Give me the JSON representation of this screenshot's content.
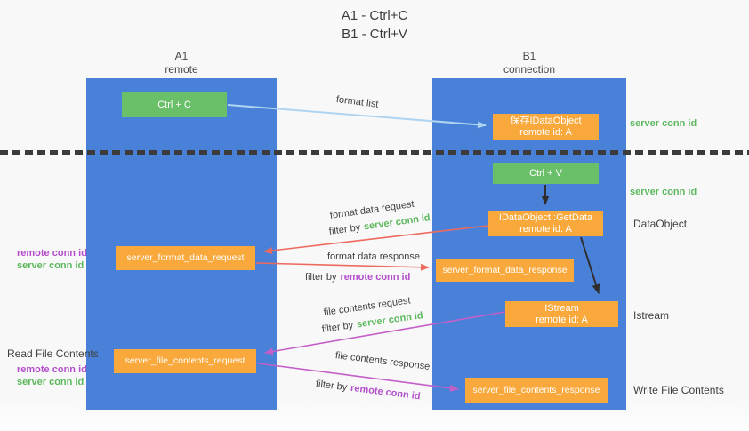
{
  "title": {
    "line1": "A1 - Ctrl+C",
    "line2": "B1 - Ctrl+V"
  },
  "columns": {
    "left": {
      "name": "A1",
      "subtitle": "remote"
    },
    "right": {
      "name": "B1",
      "subtitle": "connection"
    }
  },
  "nodes": {
    "ctrl_c": {
      "label": "Ctrl + C"
    },
    "save_idataobject": {
      "line1": "保存IDataObject",
      "line2": "remote id: A"
    },
    "ctrl_v": {
      "label": "Ctrl + V"
    },
    "getdata": {
      "line1": "IDataObject::GetData",
      "line2": "remote id: A"
    },
    "format_request": {
      "label": "server_format_data_request"
    },
    "format_response": {
      "label": "server_format_data_response"
    },
    "istream": {
      "line1": "IStream",
      "line2": "remote id: A"
    },
    "file_request": {
      "label": "server_file_contents_request"
    },
    "file_response": {
      "label": "server_file_contents_response"
    }
  },
  "labels": {
    "filter_by": "filter by",
    "server_conn_id": "server conn id",
    "remote_conn_id": "remote conn id"
  },
  "arrow_labels": {
    "format_list": "format list",
    "format_data_request": "format data request",
    "format_data_response": "format data response",
    "file_contents_request": "file contents request",
    "file_contents_response": "file contents response"
  },
  "side_labels": {
    "dataobject": "DataObject",
    "istream": "Istream",
    "write_file_contents": "Write File Contents",
    "read_file_contents": "Read File Contents"
  },
  "colors": {
    "column_blue": "#4a81d8",
    "node_green": "#6abf69",
    "node_orange": "#f9a83c",
    "green_text": "#5cb85c",
    "purple_text": "#b44fcc",
    "red_arrow": "#ed6a5f",
    "magenta_arrow": "#c45ec8",
    "light_blue_arrow": "#aed4f2",
    "black_arrow": "#2e2e2e"
  }
}
